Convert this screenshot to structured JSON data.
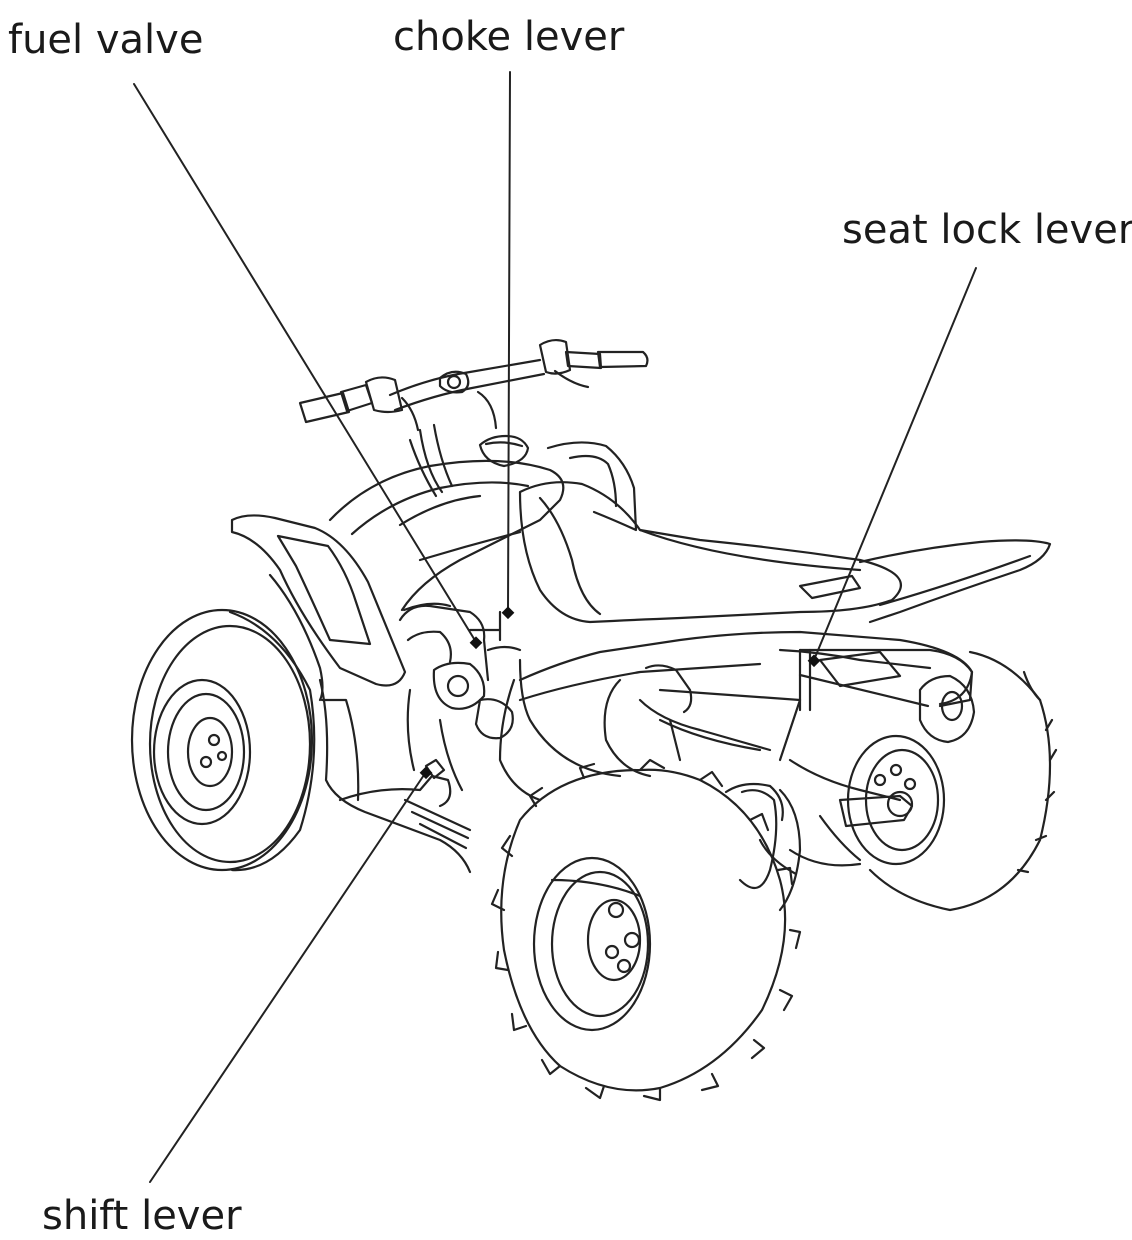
{
  "callouts": [
    {
      "id": "fuel",
      "label": "fuel valve"
    },
    {
      "id": "choke",
      "label": "choke lever"
    },
    {
      "id": "seat",
      "label": "seat lock lever"
    },
    {
      "id": "shift",
      "label": "shift lever"
    }
  ],
  "colors": {
    "line": "#222222",
    "background": "#ffffff"
  }
}
